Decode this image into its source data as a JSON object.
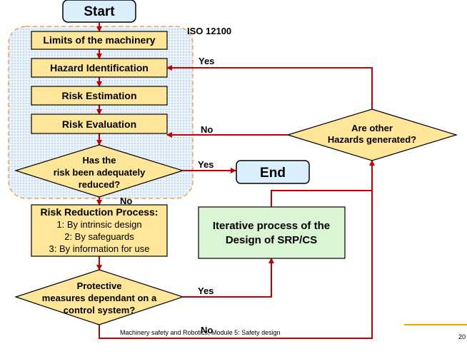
{
  "start_label": "Start",
  "iso_label": "ISO 12100",
  "steps": {
    "limits": "Limits of the machinery",
    "hazard": "Hazard Identification",
    "estimation": "Risk Estimation",
    "evaluation": "Risk Evaluation"
  },
  "decision_reduced": [
    "Has the",
    "risk been adequately",
    "reduced?"
  ],
  "end_label": "End",
  "reduction": {
    "title": "Risk Reduction Process:",
    "items": [
      "1: By intrinsic design",
      "2: By safeguards",
      "3: By information for use"
    ]
  },
  "decision_control": [
    "Protective",
    "measures dependant on a",
    "control system?"
  ],
  "iterative": [
    "Iterative process of the",
    "Design of SRP/CS"
  ],
  "decision_hazards": [
    "Are other",
    "Hazards generated?"
  ],
  "labels": {
    "yes_hazard": "Yes",
    "no_eval": "No",
    "yes_end": "Yes",
    "no_reduce": "No",
    "yes_iterative": "Yes",
    "no_bottom": "No"
  },
  "footer": "Machinery safety and Robotics, Module 5: Safety design",
  "page_number": "20",
  "colors": {
    "start_fill": "#dbeefc",
    "step_fill": "#ffe699",
    "iterative_fill": "#d9f5d3",
    "wire": "#c00000",
    "dashed": "#f4a460",
    "region_fill": "#dce9f5",
    "gold_line": "#e8a800"
  }
}
